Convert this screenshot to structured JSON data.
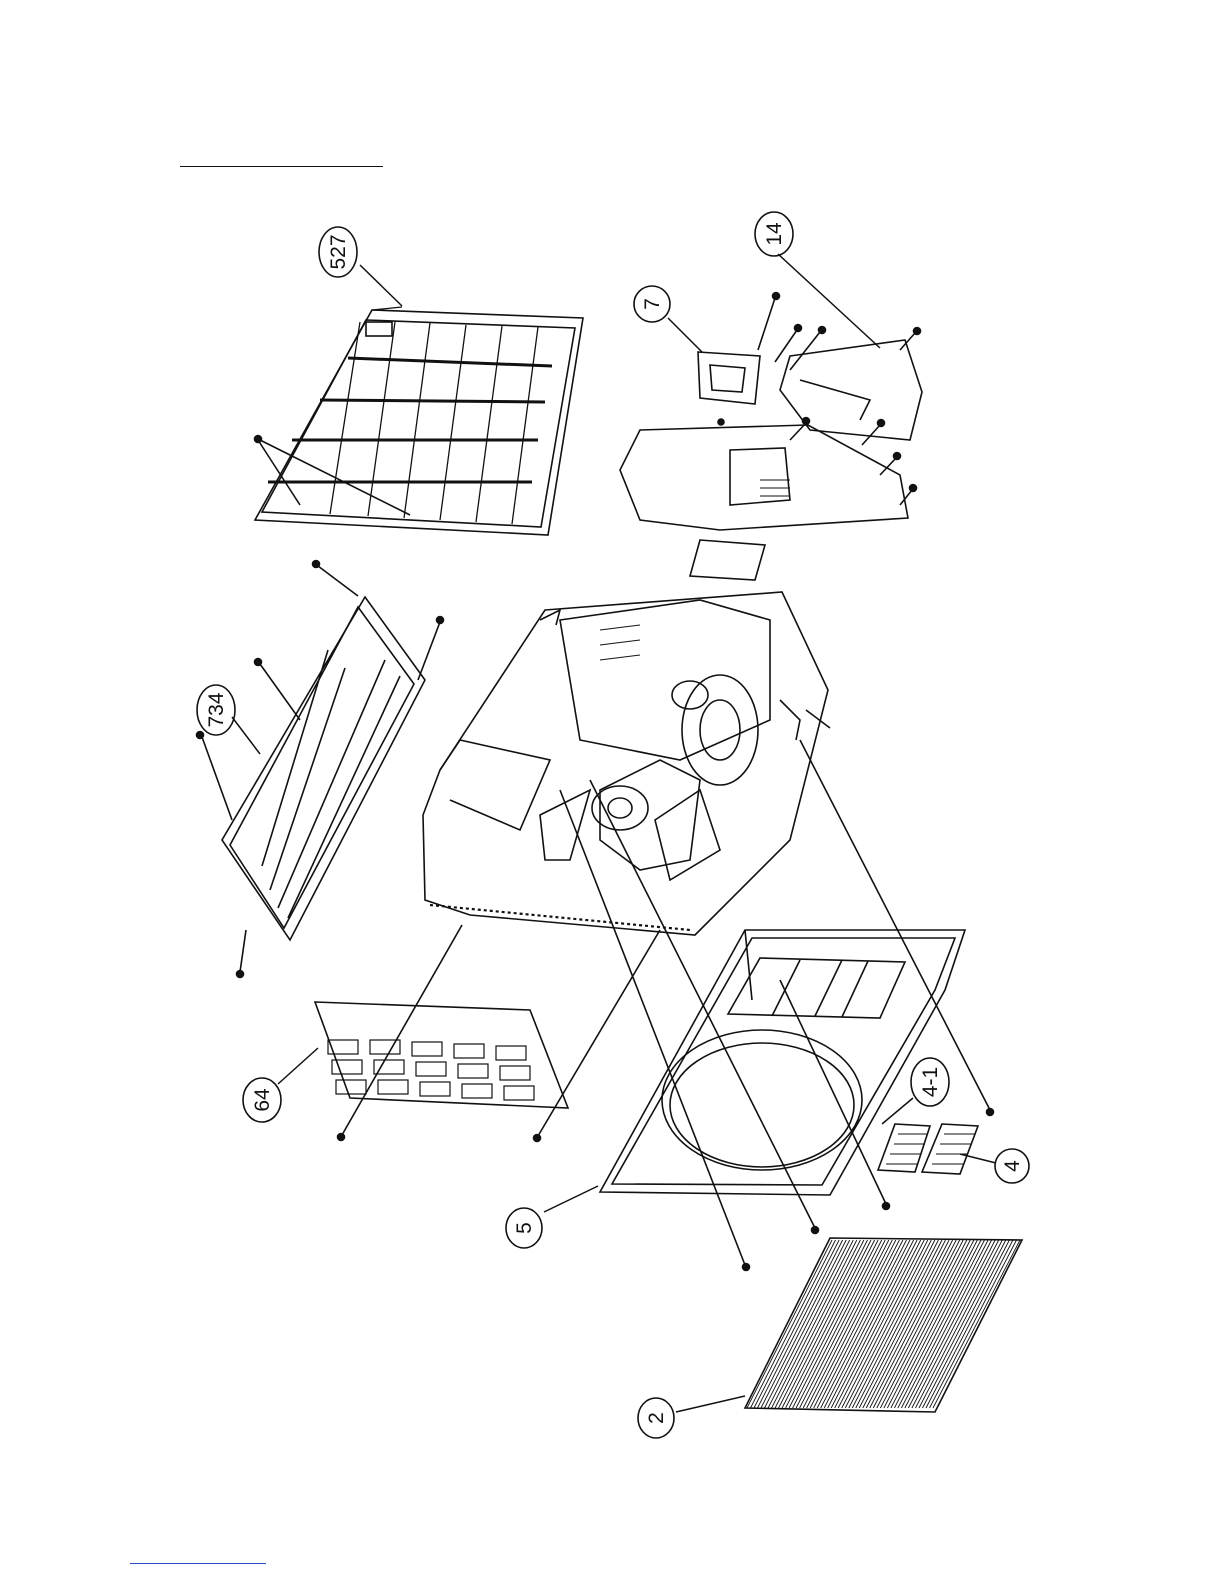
{
  "callouts": [
    {
      "id": "c527",
      "label": "527"
    },
    {
      "id": "c734",
      "label": "734"
    },
    {
      "id": "c7",
      "label": "7"
    },
    {
      "id": "c14",
      "label": "14"
    },
    {
      "id": "c64",
      "label": "64"
    },
    {
      "id": "c41",
      "label": "4-1"
    },
    {
      "id": "c4",
      "label": "4"
    },
    {
      "id": "c5",
      "label": "5"
    },
    {
      "id": "c2",
      "label": "2"
    }
  ],
  "colors": {
    "ink": "#111111",
    "rule_top": "#111111",
    "rule_bottom": "#2b46c8"
  }
}
